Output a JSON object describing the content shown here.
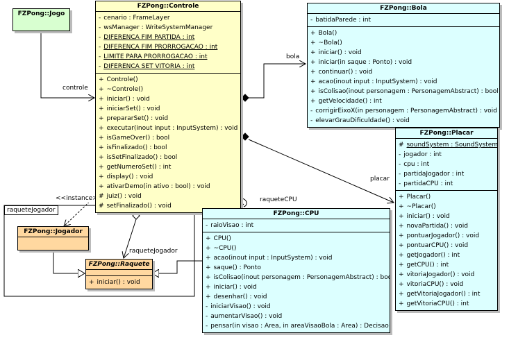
{
  "jogo": {
    "title": "FZPong::Jogo"
  },
  "controle": {
    "title": "FZPong::Controle",
    "attributes": [
      {
        "vis": "-",
        "text": "cenario : FrameLayer",
        "static": false
      },
      {
        "vis": "-",
        "text": "wsManager : WriteSystemManager",
        "static": false
      },
      {
        "vis": "-",
        "text": "DIFERENCA FIM PARTIDA : int",
        "static": true
      },
      {
        "vis": "-",
        "text": "DIFERENCA FIM PRORROGACAO : int",
        "static": true
      },
      {
        "vis": "-",
        "text": "LIMITE PARA PRORROGACAO : int",
        "static": true
      },
      {
        "vis": "-",
        "text": "DIFERENCA SET VITORIA : int",
        "static": true
      }
    ],
    "methods": [
      {
        "vis": "+",
        "text": "Controle()"
      },
      {
        "vis": "+",
        "text": "~Controle()"
      },
      {
        "vis": "+",
        "text": "iniciar() : void"
      },
      {
        "vis": "+",
        "text": "iniciarSet() : void"
      },
      {
        "vis": "+",
        "text": "prepararSet() : void"
      },
      {
        "vis": "+",
        "text": "executar(inout input : InputSystem) : void"
      },
      {
        "vis": "+",
        "text": "isGameOver() : bool"
      },
      {
        "vis": "+",
        "text": "isFinalizado() : bool"
      },
      {
        "vis": "+",
        "text": "isSetFinalizado() : bool"
      },
      {
        "vis": "+",
        "text": "getNumeroSet() : int"
      },
      {
        "vis": "+",
        "text": "display() : void"
      },
      {
        "vis": "+",
        "text": "ativarDemo(in ativo : bool) : void"
      },
      {
        "vis": "#",
        "text": "juiz() : void"
      },
      {
        "vis": "#",
        "text": "setFinalizado() : void"
      }
    ]
  },
  "bola": {
    "title": "FZPong::Bola",
    "attributes": [
      {
        "vis": "-",
        "text": "batidaParede : int",
        "static": false
      }
    ],
    "methods": [
      {
        "vis": "+",
        "text": "Bola()"
      },
      {
        "vis": "+",
        "text": "~Bola()"
      },
      {
        "vis": "+",
        "text": "iniciar() : void"
      },
      {
        "vis": "+",
        "text": "iniciar(in saque : Ponto) : void"
      },
      {
        "vis": "+",
        "text": "continuar() : void"
      },
      {
        "vis": "+",
        "text": "acao(inout input : InputSystem) : void"
      },
      {
        "vis": "+",
        "text": "isColisao(inout personagem : PersonagemAbstract) : bool"
      },
      {
        "vis": "+",
        "text": "getVelocidade() : int"
      },
      {
        "vis": "-",
        "text": "corrigirEixoX(in personagem : PersonagemAbstract) : void"
      },
      {
        "vis": "-",
        "text": "elevarGrauDificuldade() : void"
      }
    ]
  },
  "placar": {
    "title": "FZPong::Placar",
    "attributes": [
      {
        "vis": "#",
        "text": "soundSystem : SoundSystem",
        "static": true
      },
      {
        "vis": "-",
        "text": "jogador : int",
        "static": false
      },
      {
        "vis": "-",
        "text": "cpu : int",
        "static": false
      },
      {
        "vis": "-",
        "text": "partidaJogador : int",
        "static": false
      },
      {
        "vis": "-",
        "text": "partidaCPU : int",
        "static": false
      }
    ],
    "methods": [
      {
        "vis": "+",
        "text": "Placar()"
      },
      {
        "vis": "+",
        "text": "~Placar()"
      },
      {
        "vis": "+",
        "text": "iniciar() : void"
      },
      {
        "vis": "+",
        "text": "novaPartida() : void"
      },
      {
        "vis": "+",
        "text": "pontuarJogador() : void"
      },
      {
        "vis": "+",
        "text": "pontuarCPU() : void"
      },
      {
        "vis": "+",
        "text": "getJogador() : int"
      },
      {
        "vis": "+",
        "text": "getCPU() : int"
      },
      {
        "vis": "+",
        "text": "vitoriaJogador() : void"
      },
      {
        "vis": "+",
        "text": "vitoriaCPU() : void"
      },
      {
        "vis": "+",
        "text": "getVitoriaJogador() : int"
      },
      {
        "vis": "+",
        "text": "getVitoriaCPU() : int"
      }
    ]
  },
  "cpu": {
    "title": "FZPong::CPU",
    "attributes": [
      {
        "vis": "-",
        "text": "raioVisao : int",
        "static": false
      }
    ],
    "methods": [
      {
        "vis": "+",
        "text": "CPU()"
      },
      {
        "vis": "+",
        "text": "~CPU()"
      },
      {
        "vis": "+",
        "text": "acao(inout input : InputSystem) : void"
      },
      {
        "vis": "+",
        "text": "saque() : Ponto"
      },
      {
        "vis": "+",
        "text": "isColisao(inout personagem : PersonagemAbstract) : bool"
      },
      {
        "vis": "+",
        "text": "iniciar() : void"
      },
      {
        "vis": "+",
        "text": "desenhar() : void"
      },
      {
        "vis": "-",
        "text": "iniciarVisao() : void"
      },
      {
        "vis": "-",
        "text": "aumentarVisao() : void"
      },
      {
        "vis": "-",
        "text": "pensar(in visao : Area, in areaVisaoBola : Area) : Decisao"
      }
    ]
  },
  "jogador": {
    "title": "FZPong::Jogador"
  },
  "raquete": {
    "title": "FZPong::Raquete",
    "methods": [
      {
        "vis": "+",
        "text": "iniciar() : void"
      }
    ]
  },
  "package": {
    "label": "raqueteJogador"
  },
  "labels": {
    "controle": "controle",
    "bola": "bola",
    "placar": "placar",
    "raqueteCPU": "raqueteCPU",
    "raqueteJogador": "raqueteJogador",
    "instance": "<<instance>>"
  }
}
